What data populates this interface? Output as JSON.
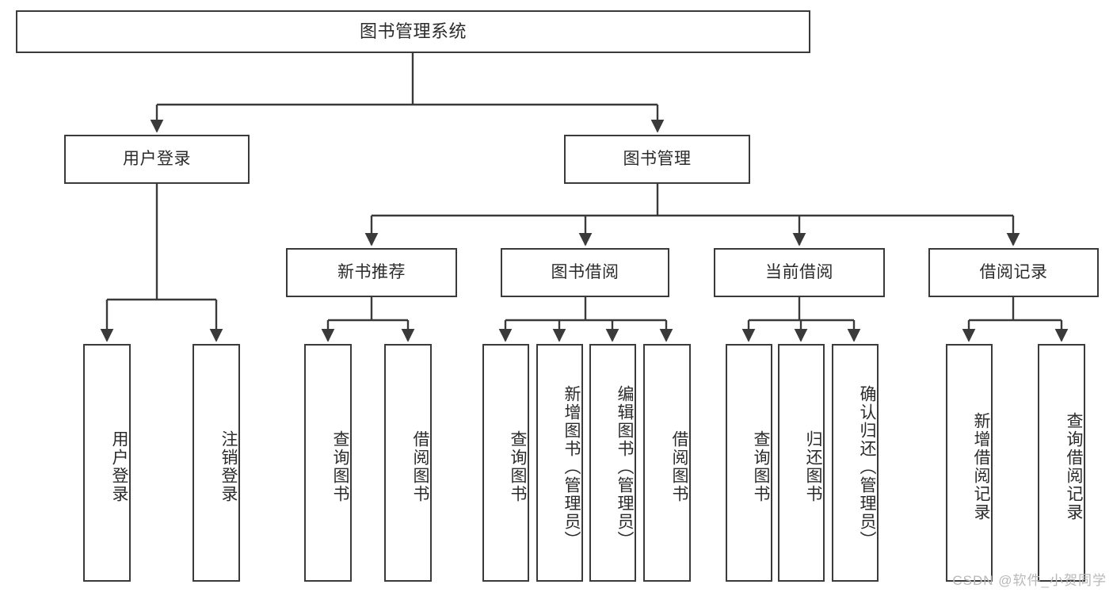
{
  "diagram": {
    "title": "图书管理系统",
    "type": "tree",
    "watermark": "CSDN @软件_小贺同学",
    "colors": {
      "border": "#3a3a3a",
      "text": "#2b2b2b",
      "background": "#ffffff",
      "edge": "#3a3a3a",
      "watermark": "#b8b8b8"
    },
    "root": {
      "label": "图书管理系统"
    },
    "level2": [
      {
        "label": "用户登录"
      },
      {
        "label": "图书管理"
      }
    ],
    "level3": [
      {
        "label": "新书推荐"
      },
      {
        "label": "图书借阅"
      },
      {
        "label": "当前借阅"
      },
      {
        "label": "借阅记录"
      }
    ],
    "leaves": {
      "user_login": [
        {
          "label": "用户登录"
        },
        {
          "label": "注销登录"
        }
      ],
      "new_book_recommend": [
        {
          "label": "查询图书"
        },
        {
          "label": "借阅图书"
        }
      ],
      "book_borrow": [
        {
          "label": "查询图书"
        },
        {
          "label": "新增图书（管理员）"
        },
        {
          "label": "编辑图书（管理员）"
        },
        {
          "label": "借阅图书"
        }
      ],
      "current_borrow": [
        {
          "label": "查询图书"
        },
        {
          "label": "归还图书"
        },
        {
          "label": "确认归还（管理员）"
        }
      ],
      "borrow_record": [
        {
          "label": "新增借阅记录"
        },
        {
          "label": "查询借阅记录"
        }
      ]
    }
  }
}
